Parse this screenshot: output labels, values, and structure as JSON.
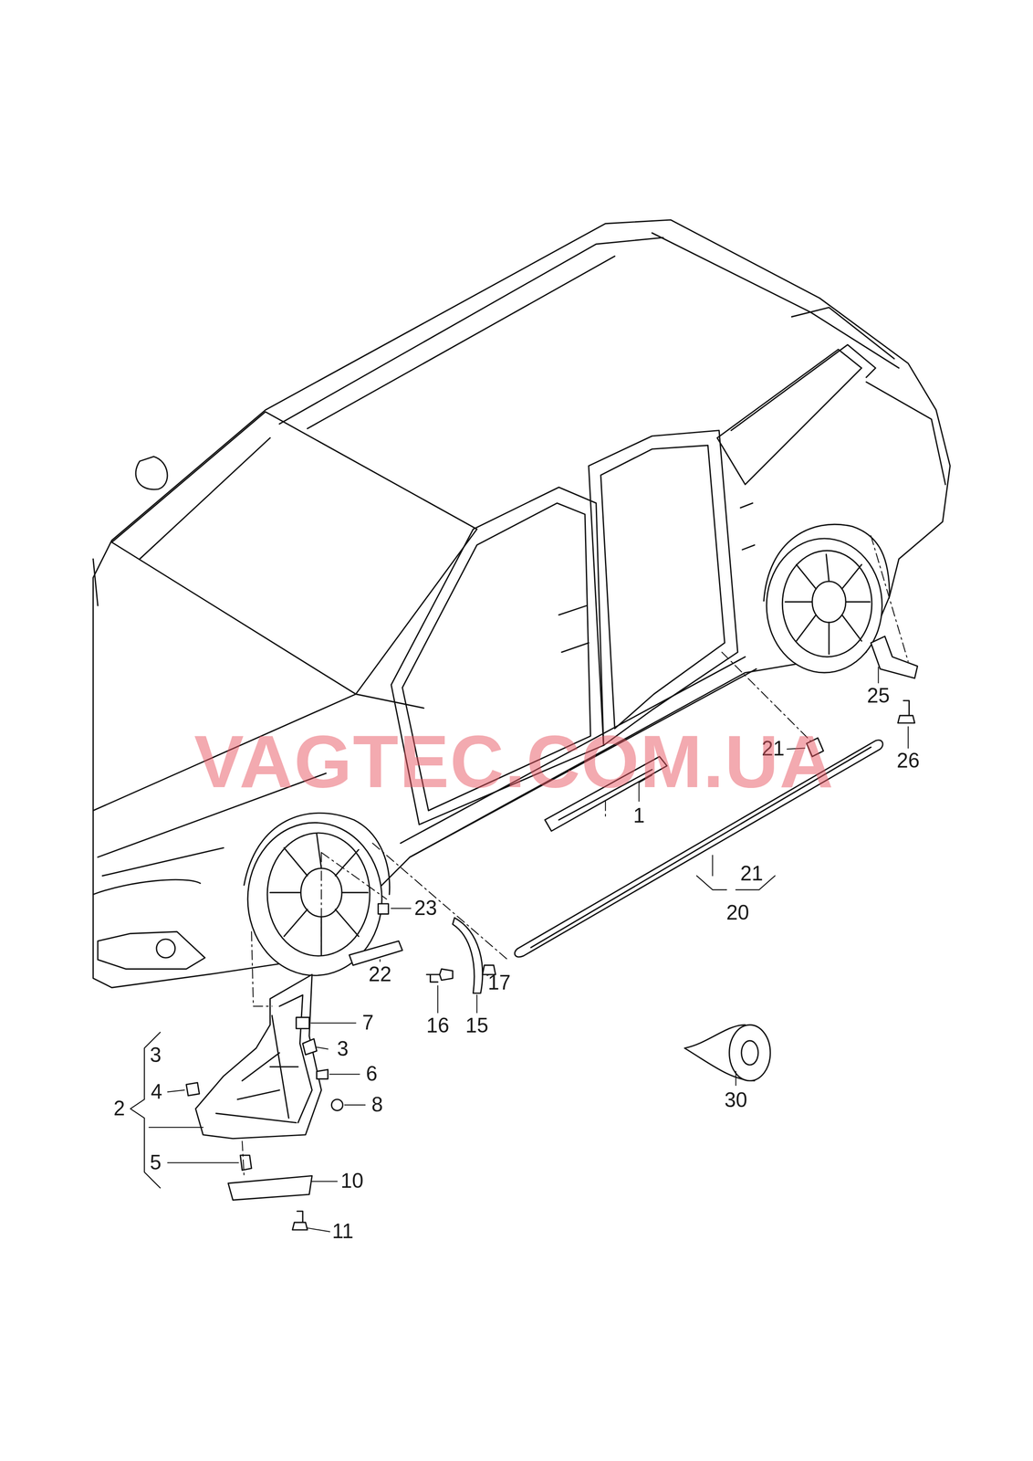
{
  "diagram": {
    "labels": [
      "1",
      "2",
      "3",
      "3",
      "4",
      "5",
      "6",
      "7",
      "8",
      "10",
      "11",
      "15",
      "16",
      "17",
      "20",
      "21",
      "21",
      "22",
      "23",
      "25",
      "26",
      "30",
      "VAGTEC.COM.UA"
    ]
  }
}
